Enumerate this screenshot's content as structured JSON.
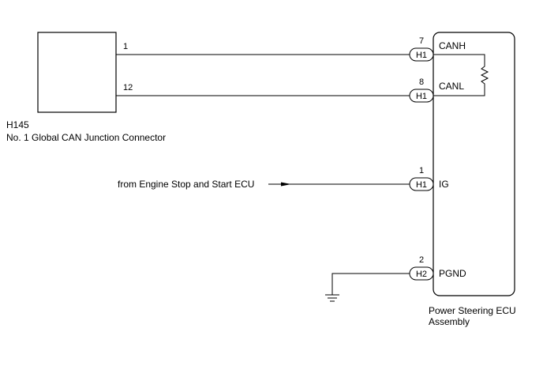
{
  "junction_connector": {
    "code": "H145",
    "name": "No. 1 Global CAN Junction Connector",
    "pins": {
      "canh": "1",
      "canl": "12"
    }
  },
  "ecu": {
    "name_line1": "Power Steering ECU",
    "name_line2": "Assembly",
    "terminals": [
      {
        "key": "canh",
        "pin": "7",
        "connector": "H1",
        "signal": "CANH"
      },
      {
        "key": "canl",
        "pin": "8",
        "connector": "H1",
        "signal": "CANL"
      },
      {
        "key": "ig",
        "pin": "1",
        "connector": "H1",
        "signal": "IG"
      },
      {
        "key": "pgnd",
        "pin": "2",
        "connector": "H2",
        "signal": "PGND"
      }
    ]
  },
  "source": {
    "label": "from Engine Stop and Start ECU"
  },
  "symbols": {
    "termination_resistor": "resistor-icon",
    "ground": "ground-icon",
    "arrow": "arrow-right-icon"
  }
}
